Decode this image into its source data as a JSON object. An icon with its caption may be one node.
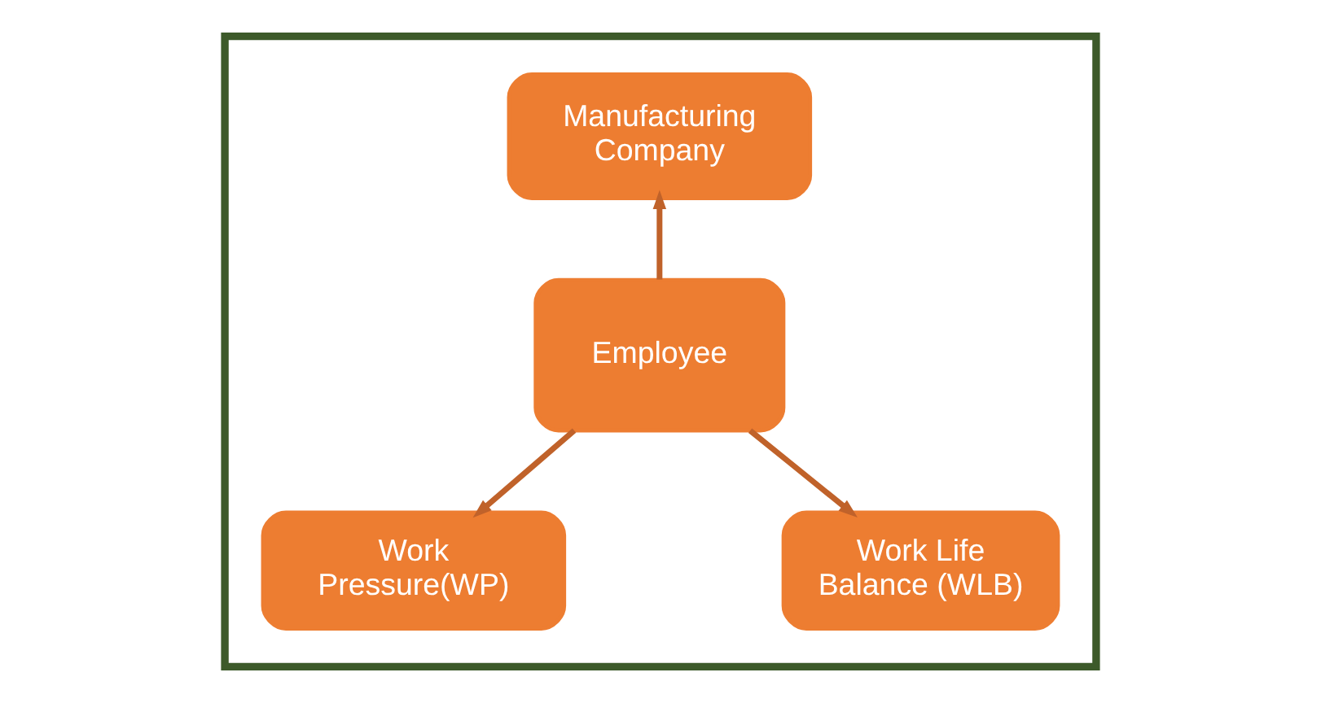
{
  "diagram": {
    "nodes": [
      {
        "text": [],
        "shape": "box"
      },
      {
        "text": [
          "Manufacturing Company"
        ],
        "in": 0
      },
      {
        "text": [
          "Employee"
        ],
        "in": 0
      },
      {
        "text": [
          "Work Pressure(WP)"
        ],
        "in": 0
      },
      {
        "text": [
          "Work Life Balance (WLB)"
        ],
        "in": 0
      }
    ],
    "edges": [
      {
        "from": 2,
        "to": 1,
        "arrow": "to"
      },
      {
        "from": 2,
        "to": 3,
        "arrow": "to"
      },
      {
        "from": 2,
        "to": 4,
        "arrow": "to"
      }
    ]
  }
}
